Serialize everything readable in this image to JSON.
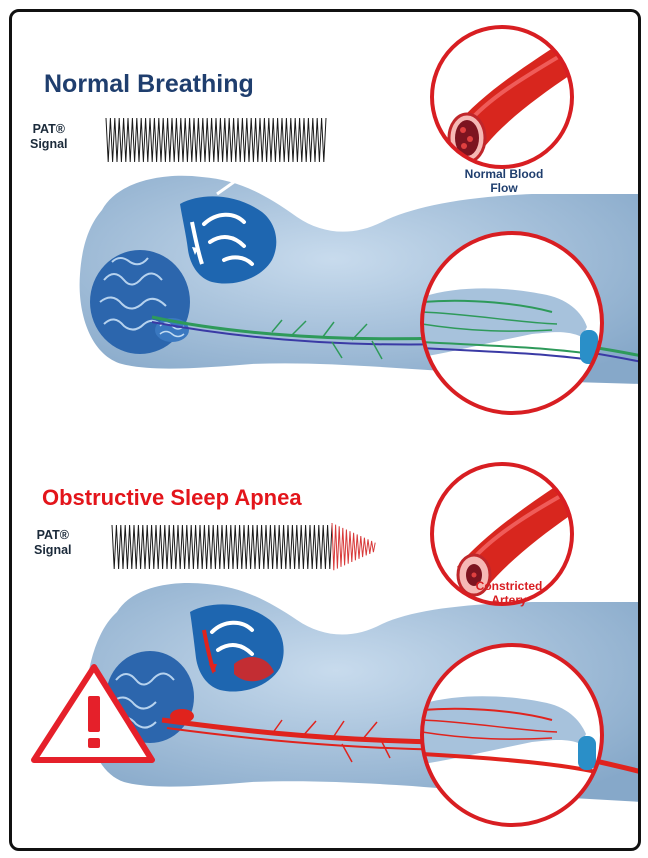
{
  "normal": {
    "title": "Normal Breathing",
    "signal_label_line1": "PAT®",
    "signal_label_line2": "Signal",
    "inset_caption_line1": "Normal Blood",
    "inset_caption_line2": "Flow"
  },
  "apnea": {
    "title": "Obstructive Sleep Apnea",
    "signal_label_line1": "PAT®",
    "signal_label_line2": "Signal",
    "inset_caption_line1": "Constricted",
    "inset_caption_line2": "Artery"
  },
  "colors": {
    "normal_title": "#1f3e6e",
    "apnea_title": "#e3151b",
    "circle_border": "#d81e22",
    "body_fill": "#a7c2dc",
    "airway_blue": "#1e66b0",
    "nerve_green": "#2e9a5a",
    "artery_red": "#e0231d",
    "warning_red": "#e5202a"
  },
  "icons": {
    "warning": "warning-triangle-icon"
  }
}
